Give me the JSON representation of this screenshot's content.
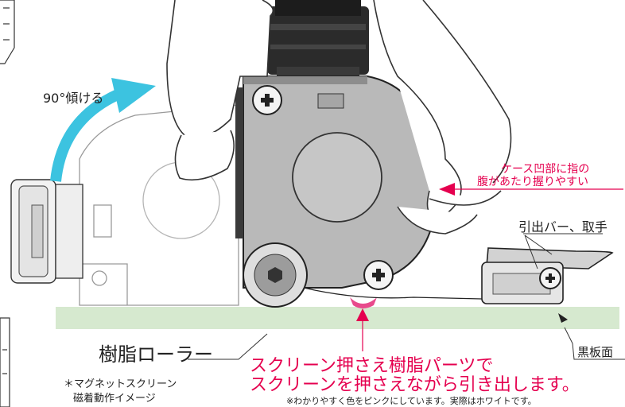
{
  "labels": {
    "tilt": "90°傾ける",
    "grip_line1": "ケース凹部に指の",
    "grip_line2": "腹があたり握りやすい",
    "pull_bar": "引出バー、取手",
    "roller": "樹脂ローラー",
    "blackboard": "黒板面",
    "main_line1": "スクリーン押さえ樹脂パーツで",
    "main_line2": "スクリーンを押さえながら引き出します。",
    "note_line1": "＊マグネットスクリーン",
    "note_line2": "磁着動作イメージ",
    "pink_note": "※わかりやすく色をピンクにしています。実際はホワイトです。"
  },
  "colors": {
    "arrow_cyan": "#3cc3e0",
    "accent_red": "#e5004f",
    "surface_green": "#d6e9cf",
    "pink_part": "#e84a8c"
  },
  "icons": [
    "screw-icon",
    "hand-illustration",
    "roller-icon",
    "pull-bar-handle-icon"
  ]
}
